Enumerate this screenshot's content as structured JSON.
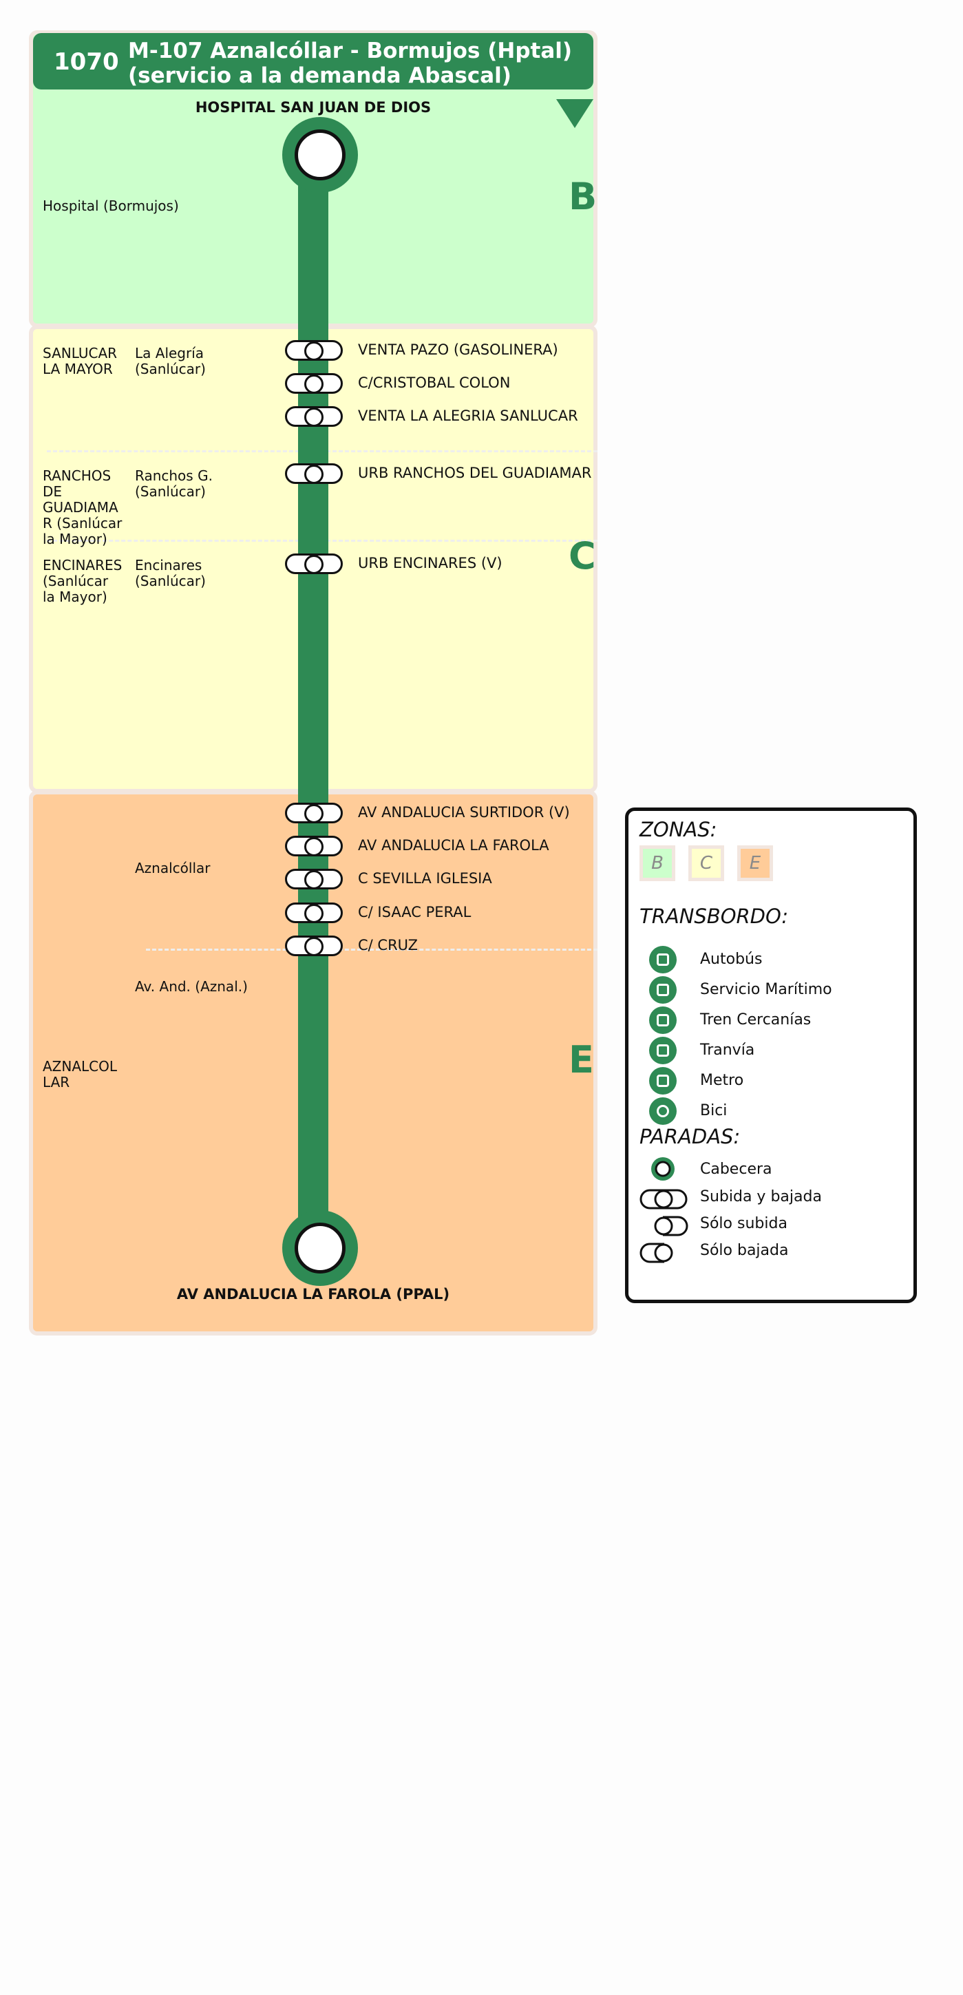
{
  "header": {
    "line_number": "1070",
    "title_line1": "M-107 Aznalcóllar - Bormujos (Hptal)",
    "title_line2": "(servicio a la demanda Abascal)"
  },
  "colors": {
    "line": "#2e8a54",
    "zone_b": "#ccffcc",
    "zone_c": "#ffffcc",
    "zone_e": "#ffcc99",
    "panel_border": "#f2e6df"
  },
  "zones": [
    {
      "letter": "B"
    },
    {
      "letter": "C"
    },
    {
      "letter": "E"
    }
  ],
  "terminals": {
    "top": "HOSPITAL SAN JUAN DE DIOS",
    "bottom": "AV ANDALUCIA LA FAROLA (PPAL)"
  },
  "municipalities": [
    "Hospital (Bormujos)",
    "SANLUCAR\nLA MAYOR",
    "La Alegría\n(Sanlúcar)",
    "RANCHOS\nDE\nGUADIAMA\nR (Sanlúcar\nla Mayor)",
    "Ranchos G.\n(Sanlúcar)",
    "ENCINARES\n(Sanlúcar\nla Mayor)",
    "Encinares\n(Sanlúcar)",
    "Aznalcóllar",
    "Av. And. (Aznal.)",
    "AZNALCOL\nLAR"
  ],
  "stops": [
    "VENTA PAZO (GASOLINERA)",
    "C/CRISTOBAL COLON",
    "VENTA LA ALEGRIA SANLUCAR",
    "URB RANCHOS DEL GUADIAMAR",
    "URB ENCINARES (V)",
    "AV ANDALUCIA SURTIDOR (V)",
    "AV ANDALUCIA LA FAROLA",
    "C SEVILLA IGLESIA",
    "C/ ISAAC PERAL",
    "C/ CRUZ"
  ],
  "legend": {
    "zonas_title": "ZONAS:",
    "zone_letters": [
      "B",
      "C",
      "E"
    ],
    "transbordo_title": "TRANSBORDO:",
    "transbordo_items": [
      {
        "label": "Autobús",
        "icon": "bus-icon"
      },
      {
        "label": "Servicio Marítimo",
        "icon": "ferry-icon"
      },
      {
        "label": "Tren Cercanías",
        "icon": "train-icon"
      },
      {
        "label": "Tranvía",
        "icon": "tram-icon"
      },
      {
        "label": "Metro",
        "icon": "metro-icon"
      },
      {
        "label": "Bici",
        "icon": "bike-icon"
      }
    ],
    "paradas_title": "PARADAS:",
    "paradas_items": [
      {
        "label": "Cabecera"
      },
      {
        "label": "Subida y bajada"
      },
      {
        "label": "Sólo subida"
      },
      {
        "label": "Sólo bajada"
      }
    ]
  }
}
